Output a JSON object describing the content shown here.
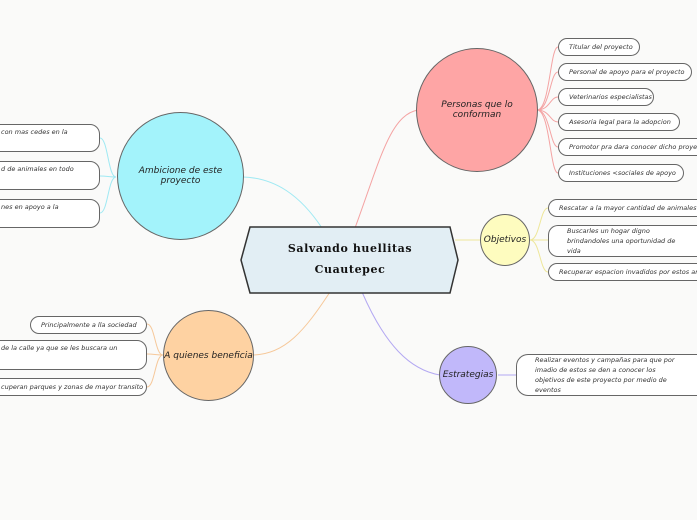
{
  "central": {
    "line1": "Salvando huellitas",
    "line2": "Cuautepec"
  },
  "branches": {
    "personas": {
      "title": "Personas que lo conforman",
      "items": [
        "Titular del proyecto",
        "Personal de apoyo para el proyecto",
        "Veterinarios especialistas",
        "Asesoria legal para la adopcion",
        "Promotor pra dara conocer dicho proyecto",
        "Instituciones <sociales de apoyo"
      ]
    },
    "objetivos": {
      "title": "Objetivos",
      "items": [
        "Rescatar a la mayor cantidad de animales",
        "Buscarles un hogar digno brindandoles una oportunidad de vida",
        "Recuperar espacion invadidos por estos animales"
      ]
    },
    "estrategias": {
      "title": "Estrategias",
      "items": [
        "Realizar eventos y campañas para que por imadio de estos se den a conocer los objetivos de este proyecto por medio de eventos"
      ]
    },
    "ambicione": {
      "title": "Ambicione de este proyecto",
      "items": [
        "con mas cedes en la",
        "d de animales en todo",
        "nes en apoyo a la"
      ]
    },
    "quienes": {
      "title": "A quienes beneficia",
      "items": [
        "Principalmente a lla sociedad",
        "de la calle ya que se les buscara un",
        "cuperan parques y zonas de mayor transito"
      ]
    }
  },
  "colors": {
    "personas": "#fea5a5",
    "objetivos": "#fefcbf",
    "estrategias": "#c1b8fa",
    "ambicione": "#a3f3fb",
    "quienes": "#fed2a2",
    "central": "#e2eef4"
  }
}
